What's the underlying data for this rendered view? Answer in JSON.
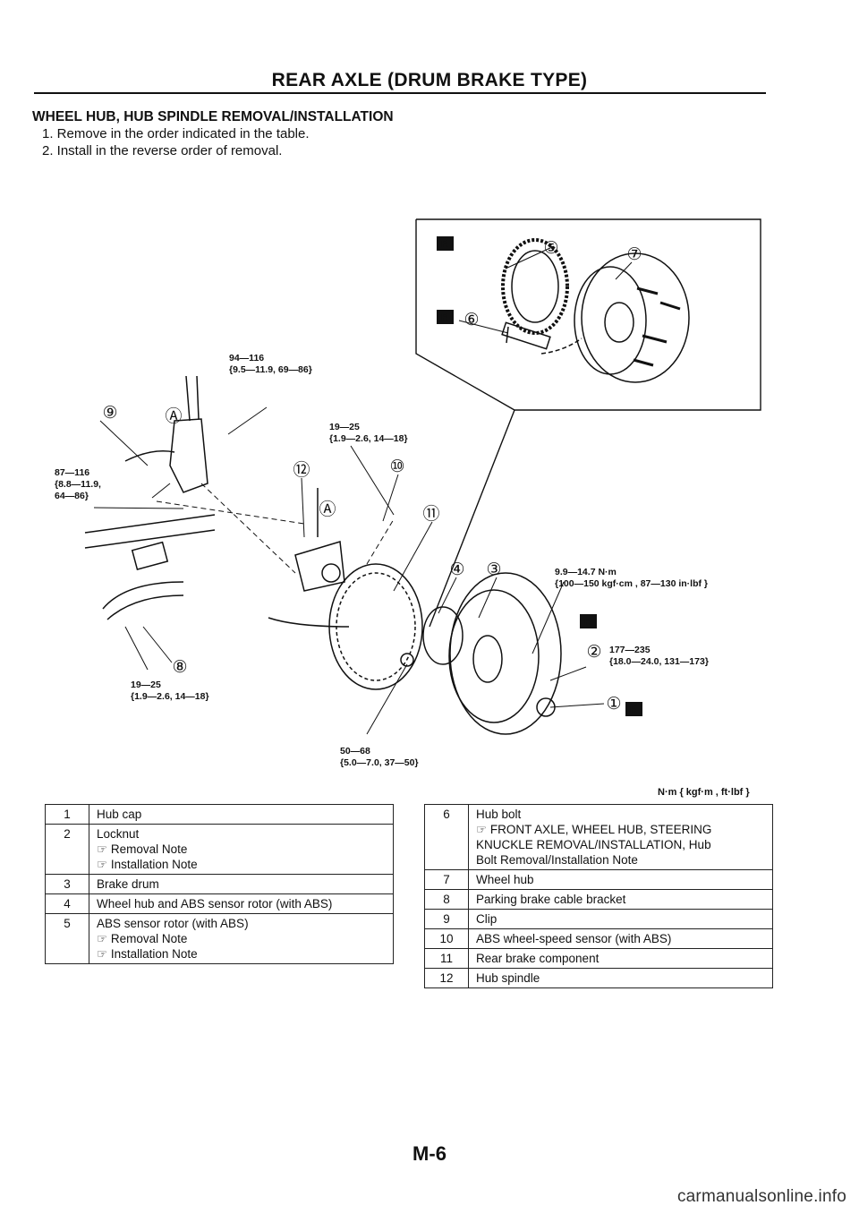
{
  "header": {
    "title": "REAR AXLE (DRUM BRAKE TYPE)"
  },
  "section": {
    "heading": "WHEEL HUB, HUB SPINDLE REMOVAL/INSTALLATION",
    "steps": [
      "1. Remove in the order indicated in the table.",
      "2. Install in the reverse order of removal."
    ]
  },
  "diagram": {
    "callouts": [
      "①",
      "②",
      "③",
      "④",
      "⑤",
      "⑥",
      "⑦",
      "⑧",
      "⑨",
      "⑩",
      "⑪",
      "⑫",
      "Ⓐ",
      "Ⓐ"
    ],
    "torques": [
      {
        "nm": "94—116",
        "alt": "{9.5—11.9, 69—86}"
      },
      {
        "nm": "19—25",
        "alt": "{1.9—2.6, 14—18}"
      },
      {
        "nm": "87—116",
        "alt": "{8.8—11.9,",
        "alt2": "64—86}"
      },
      {
        "nm": "9.9—14.7 N·m",
        "alt": "{100—150 kgf·cm , 87—130 in·lbf }"
      },
      {
        "nm": "177—235",
        "alt": "{18.0—24.0, 131—173}"
      },
      {
        "nm": "19—25",
        "alt": "{1.9—2.6, 14—18}"
      },
      {
        "nm": "50—68",
        "alt": "{5.0—7.0, 37—50}"
      }
    ],
    "units": "N·m { kgf·m , ft·lbf }"
  },
  "table_left": [
    {
      "num": "1",
      "lines": [
        "Hub cap"
      ]
    },
    {
      "num": "2",
      "lines": [
        "Locknut",
        "☞ Removal Note",
        "☞ Installation Note"
      ]
    },
    {
      "num": "3",
      "lines": [
        "Brake drum"
      ]
    },
    {
      "num": "4",
      "lines": [
        "Wheel hub and ABS sensor rotor (with ABS)"
      ]
    },
    {
      "num": "5",
      "lines": [
        "ABS sensor rotor (with ABS)",
        "☞ Removal Note",
        "☞ Installation Note"
      ]
    }
  ],
  "table_right": [
    {
      "num": "6",
      "lines": [
        "Hub bolt",
        "☞ FRONT AXLE, WHEEL HUB, STEERING",
        "KNUCKLE REMOVAL/INSTALLATION, Hub",
        "Bolt Removal/Installation Note"
      ]
    },
    {
      "num": "7",
      "lines": [
        "Wheel hub"
      ]
    },
    {
      "num": "8",
      "lines": [
        "Parking brake cable bracket"
      ]
    },
    {
      "num": "9",
      "lines": [
        "Clip"
      ]
    },
    {
      "num": "10",
      "lines": [
        "ABS wheel-speed sensor (with ABS)"
      ]
    },
    {
      "num": "11",
      "lines": [
        "Rear brake component"
      ]
    },
    {
      "num": "12",
      "lines": [
        "Hub spindle"
      ]
    }
  ],
  "footer": {
    "page_number": "M-6",
    "watermark": "carmanualsonline.info"
  }
}
